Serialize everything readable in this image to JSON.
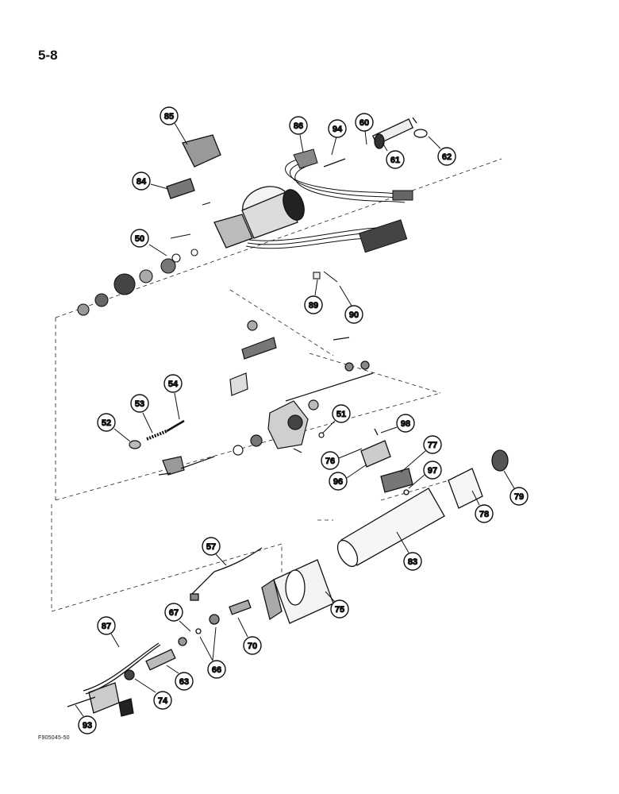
{
  "page": {
    "page_number": "5-8",
    "figure_id": "F905045-50"
  },
  "callouts": [
    "85",
    "86",
    "94",
    "60",
    "61",
    "62",
    "84",
    "50",
    "89",
    "90",
    "52",
    "53",
    "54",
    "51",
    "98",
    "77",
    "76",
    "96",
    "97",
    "79",
    "78",
    "83",
    "57",
    "67",
    "87",
    "70",
    "66",
    "63",
    "74",
    "75",
    "93"
  ]
}
